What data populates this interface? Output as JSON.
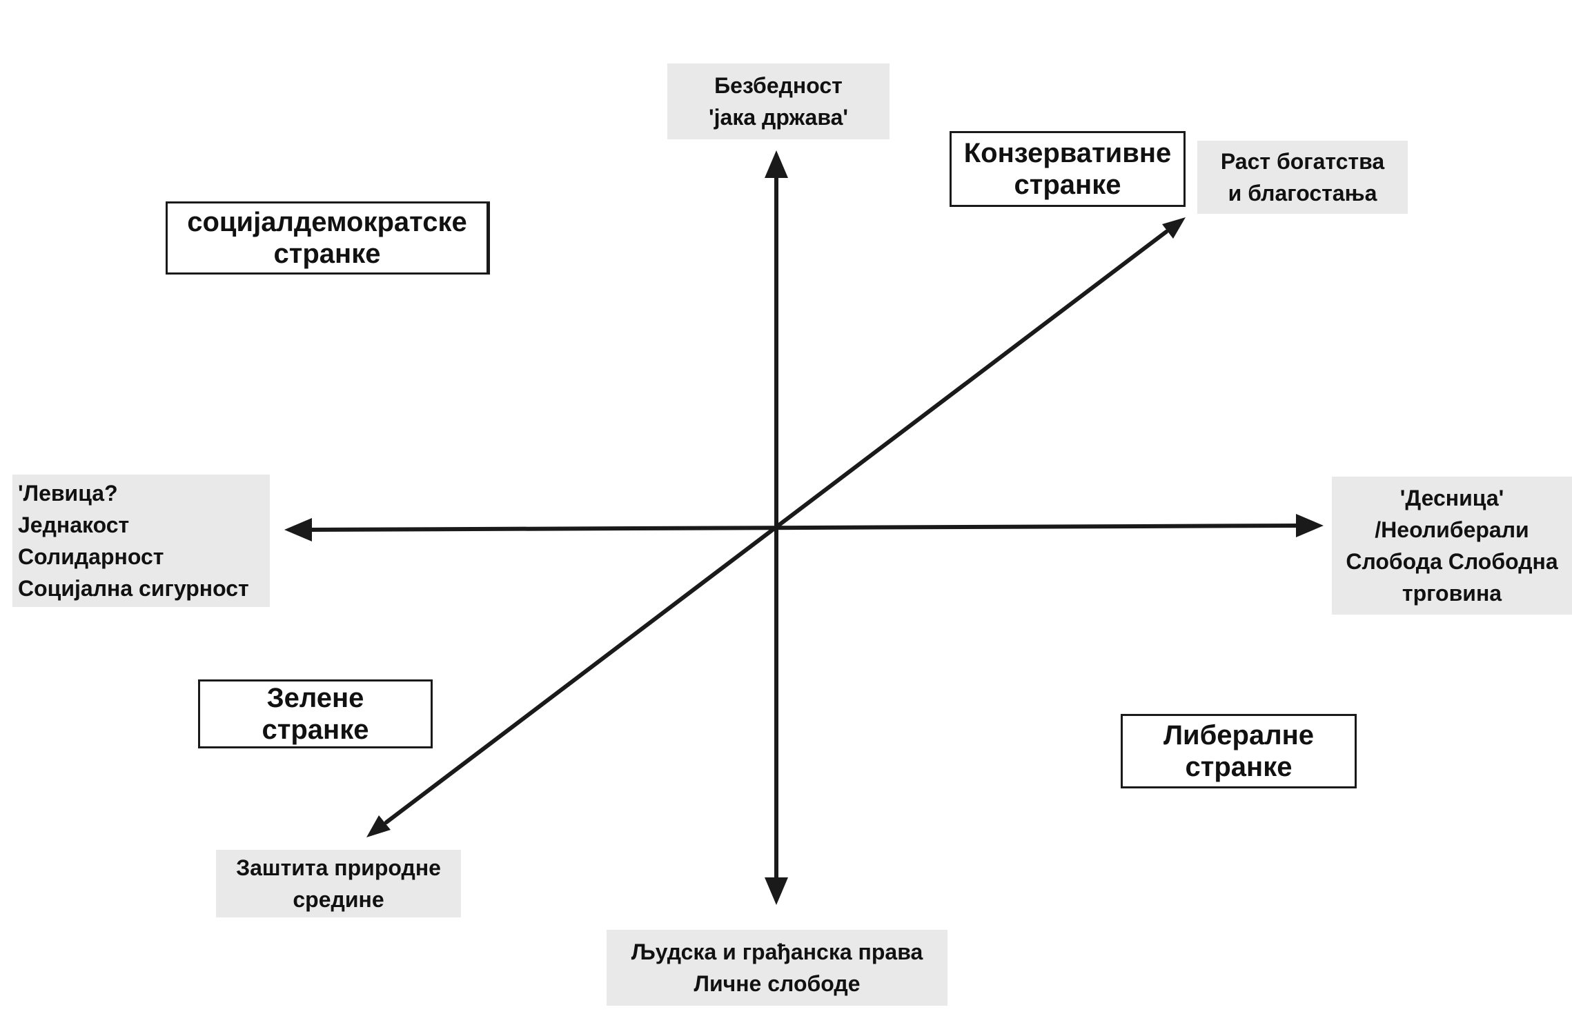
{
  "colors": {
    "axis": "#1a1a1a",
    "label_bg": "#e9e9e9",
    "party_border": "#1a1a1a"
  },
  "axes": {
    "up": {
      "lines": [
        "Безбедност",
        "'јака држава'"
      ]
    },
    "down": {
      "lines": [
        "Људска и грађанска права",
        "Личне слободе"
      ]
    },
    "left": {
      "lines": [
        "'Левица?",
        "Једнакост",
        "Солидарност",
        "Социјална сигурност"
      ]
    },
    "right": {
      "lines": [
        "'Десница'",
        "/Неолиберали",
        "Слобода Слободна",
        "трговина"
      ]
    },
    "diag_up": {
      "lines": [
        "Раст богатства",
        "и благостања"
      ]
    },
    "diag_down": {
      "lines": [
        "Заштита природне",
        "средине"
      ]
    }
  },
  "parties": {
    "social_democratic": {
      "lines": [
        "социјалдемократске",
        "странке"
      ]
    },
    "conservative": {
      "lines": [
        "Конзервативне",
        "странке"
      ]
    },
    "green": {
      "lines": [
        "Зелене",
        "странке"
      ]
    },
    "liberal": {
      "lines": [
        "Либералне",
        "странке"
      ]
    }
  }
}
